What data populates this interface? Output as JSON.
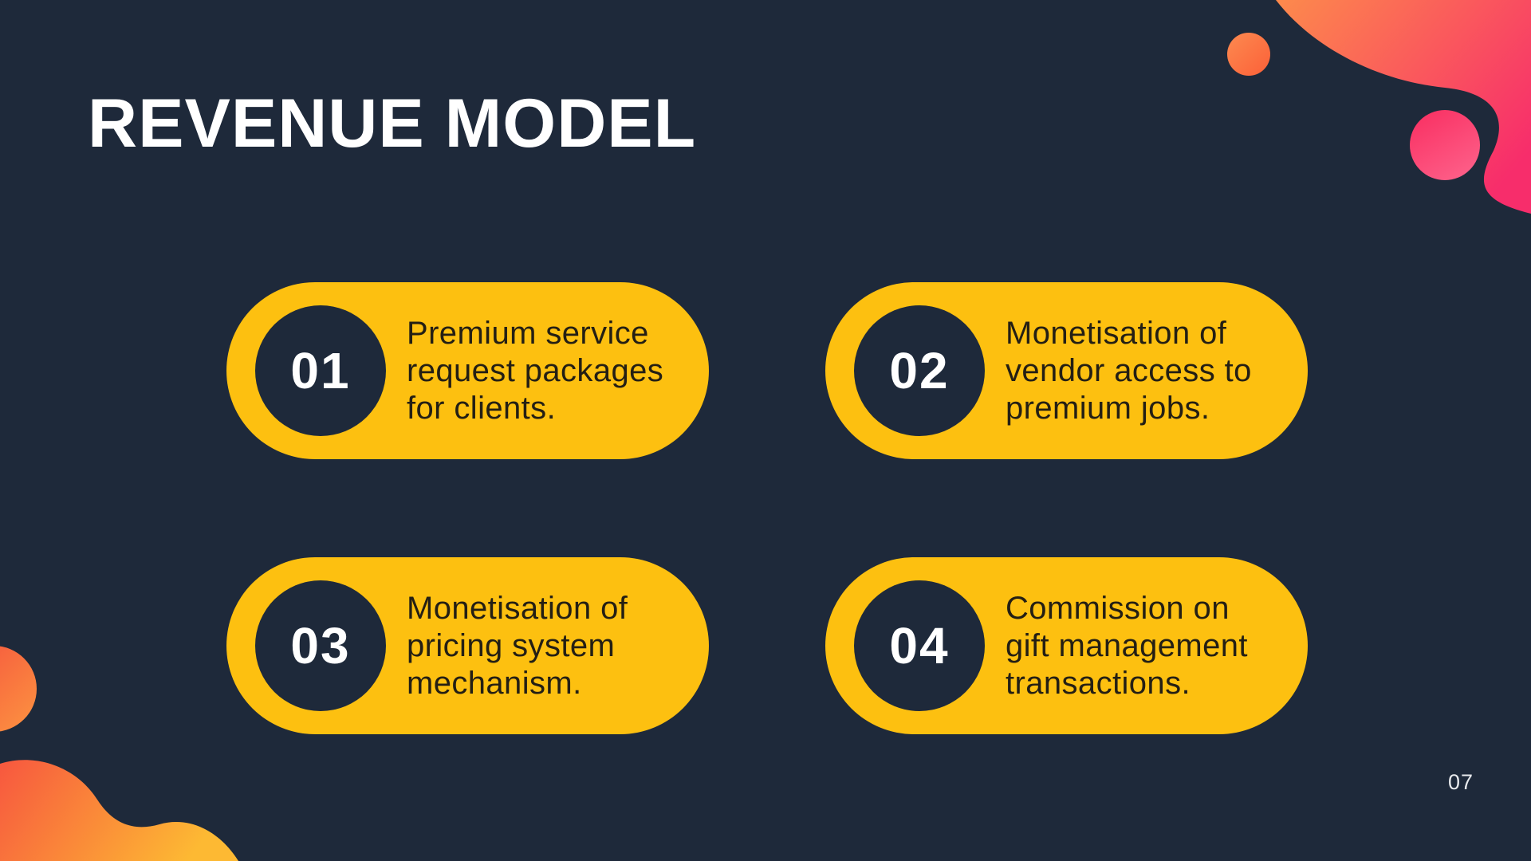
{
  "slide": {
    "title": "REVENUE MODEL",
    "page_number": "07"
  },
  "cards": [
    {
      "number": "01",
      "lines": [
        "Premium service",
        "request packages",
        "for clients."
      ]
    },
    {
      "number": "02",
      "lines": [
        "Monetisation of",
        "vendor access to",
        "premium jobs."
      ]
    },
    {
      "number": "03",
      "lines": [
        "Monetisation of",
        "pricing system",
        "mechanism."
      ]
    },
    {
      "number": "04",
      "lines": [
        "Commission on",
        "gift management",
        "transactions."
      ]
    }
  ],
  "colors": {
    "background": "#1E293A",
    "card_yellow": "#FDC010",
    "card_text": "#241F14",
    "title_text": "#FFFFFF",
    "number_text": "#FFFFFF",
    "circle_fill": "#1E293A",
    "page_number_text": "#E7E9EC",
    "blob_orange": "#FC7A45",
    "blob_pink": "#F7316B",
    "blob_yellow": "#FBB637"
  }
}
